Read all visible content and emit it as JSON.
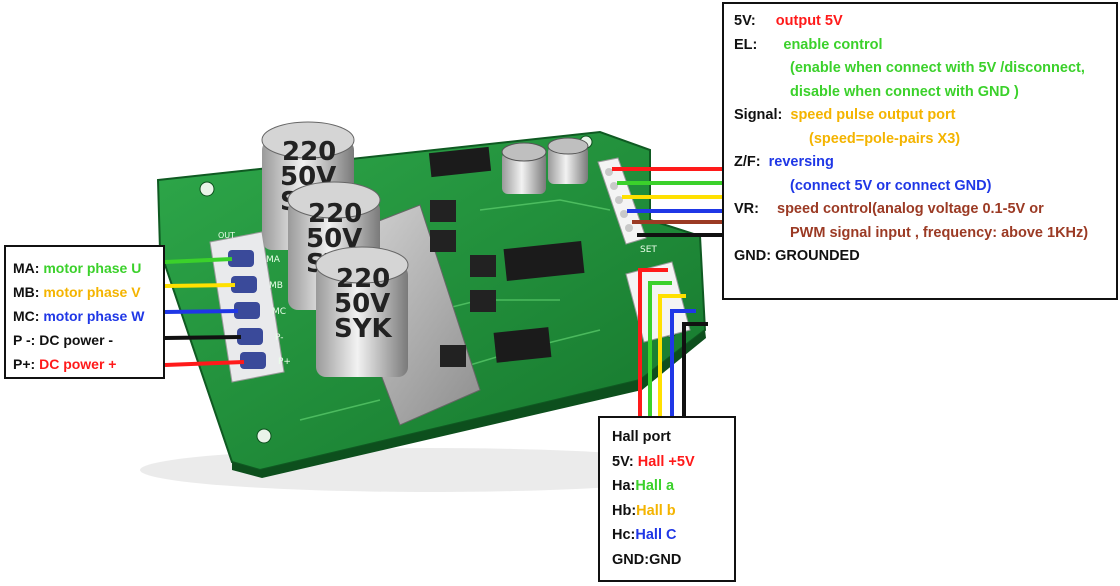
{
  "colors": {
    "red": "#ff1a1a",
    "green": "#3bd12b",
    "yellow": "#f4b400",
    "blue": "#1f37e6",
    "maroon": "#9b3a24",
    "black": "#111111",
    "pcb": "#1f8f3a"
  },
  "board": {
    "capacitor_labels": {
      "line1": "220",
      "line2": "50V",
      "line3": "SYK"
    },
    "silk_out": "OUT",
    "silk_set": "SET",
    "motor_pins": [
      "MA",
      "MB",
      "MC",
      "P-",
      "P+"
    ]
  },
  "spec": {
    "rows": [
      {
        "key": "5V:",
        "val": "output 5V",
        "color": "red",
        "indent": ""
      },
      {
        "key": "EL:",
        "val": "enable control",
        "color": "green",
        "indent": ""
      },
      {
        "key": "",
        "val": "(enable when connect with 5V /disconnect,",
        "color": "green",
        "indent": "i2"
      },
      {
        "key": "",
        "val": "disable when connect with GND )",
        "color": "green",
        "indent": "i2"
      },
      {
        "key": "Signal:",
        "val": "speed pulse output port",
        "color": "yellow",
        "indent": ""
      },
      {
        "key": "",
        "val": "(speed=pole-pairs X3)",
        "color": "yellow",
        "indent": "i2b"
      },
      {
        "key": "Z/F:",
        "val": "reversing",
        "color": "blue",
        "indent": ""
      },
      {
        "key": "",
        "val": "(connect 5V or connect GND)",
        "color": "blue",
        "indent": "i2"
      },
      {
        "key": "VR:",
        "val": "speed control(analog voltage 0.1-5V or",
        "color": "maroon",
        "indent": ""
      },
      {
        "key": "",
        "val": "PWM signal input , frequency: above 1KHz)",
        "color": "maroon",
        "indent": "i2"
      },
      {
        "key": "GND:",
        "val": "GROUNDED",
        "color": "black",
        "indent": ""
      }
    ]
  },
  "motor": {
    "rows": [
      {
        "key": "MA:",
        "val": "motor phase U",
        "color": "green"
      },
      {
        "key": "MB:",
        "val": "motor phase V",
        "color": "yellow"
      },
      {
        "key": "MC:",
        "val": "motor phase W",
        "color": "blue"
      },
      {
        "key": "P -:",
        "val": "DC power -",
        "color": "black"
      },
      {
        "key": "P+:",
        "val": "DC power +",
        "color": "red"
      }
    ]
  },
  "hall": {
    "title": "Hall port",
    "rows": [
      {
        "key": "5V:",
        "val": "Hall +5V",
        "color": "red"
      },
      {
        "key": "Ha:",
        "val": "Hall a",
        "color": "green"
      },
      {
        "key": "Hb:",
        "val": "Hall b",
        "color": "yellow"
      },
      {
        "key": "Hc:",
        "val": "Hall C",
        "color": "blue"
      },
      {
        "key": "GND:",
        "val": "GND",
        "color": "black"
      }
    ]
  }
}
